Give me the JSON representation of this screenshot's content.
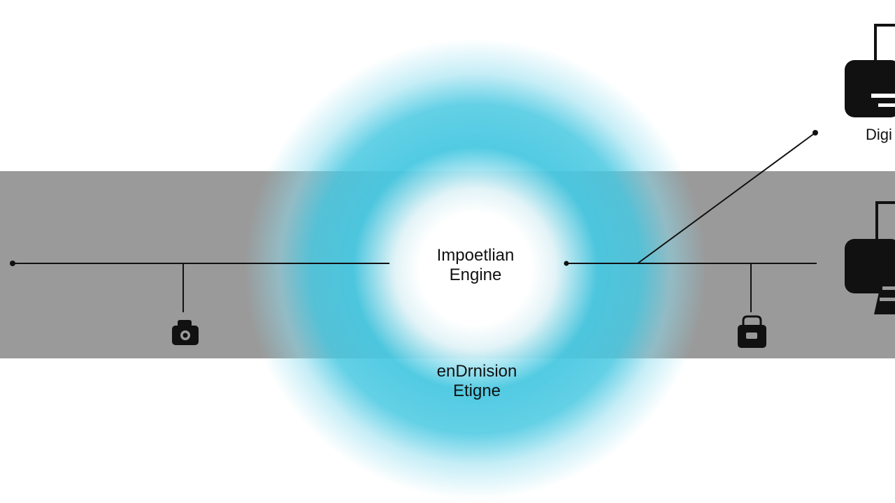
{
  "diagram": {
    "center_node": {
      "line1": "Impoetlian",
      "line2": "Engine"
    },
    "lower_node": {
      "line1": "enDrnision",
      "line2": "Etigne"
    },
    "devices": {
      "top_right_label": "Digi"
    },
    "colors": {
      "band": "#9a9a9a",
      "glow": "#48c8e1",
      "core": "#ffffff",
      "ink": "#111111"
    },
    "icons": {
      "left_peripheral": "camera-icon",
      "right_peripheral": "bag-icon",
      "top_device": "printer-icon",
      "bottom_device": "printer-icon"
    }
  }
}
